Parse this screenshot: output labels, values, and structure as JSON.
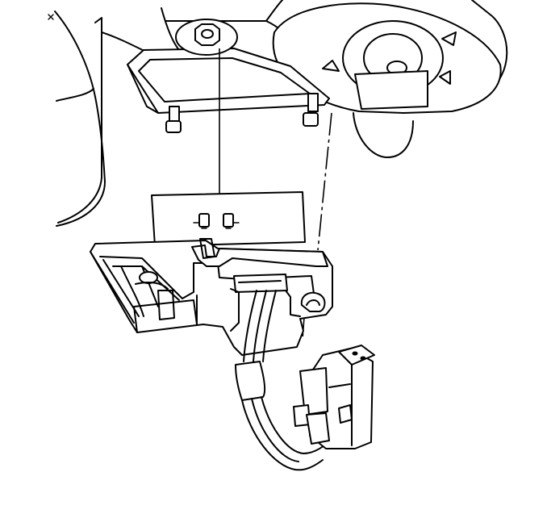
{
  "diagram": {
    "type": "exploded-view line drawing",
    "components": [
      "vehicle-structure",
      "blower-motor",
      "mounting-bracket",
      "mounting-nut",
      "mounting-stud-left",
      "mounting-stud-right",
      "blower-motor-resistor-module",
      "wiring-harness",
      "electrical-connector"
    ],
    "colors": {
      "line": "#000000",
      "background": "#ffffff"
    }
  }
}
